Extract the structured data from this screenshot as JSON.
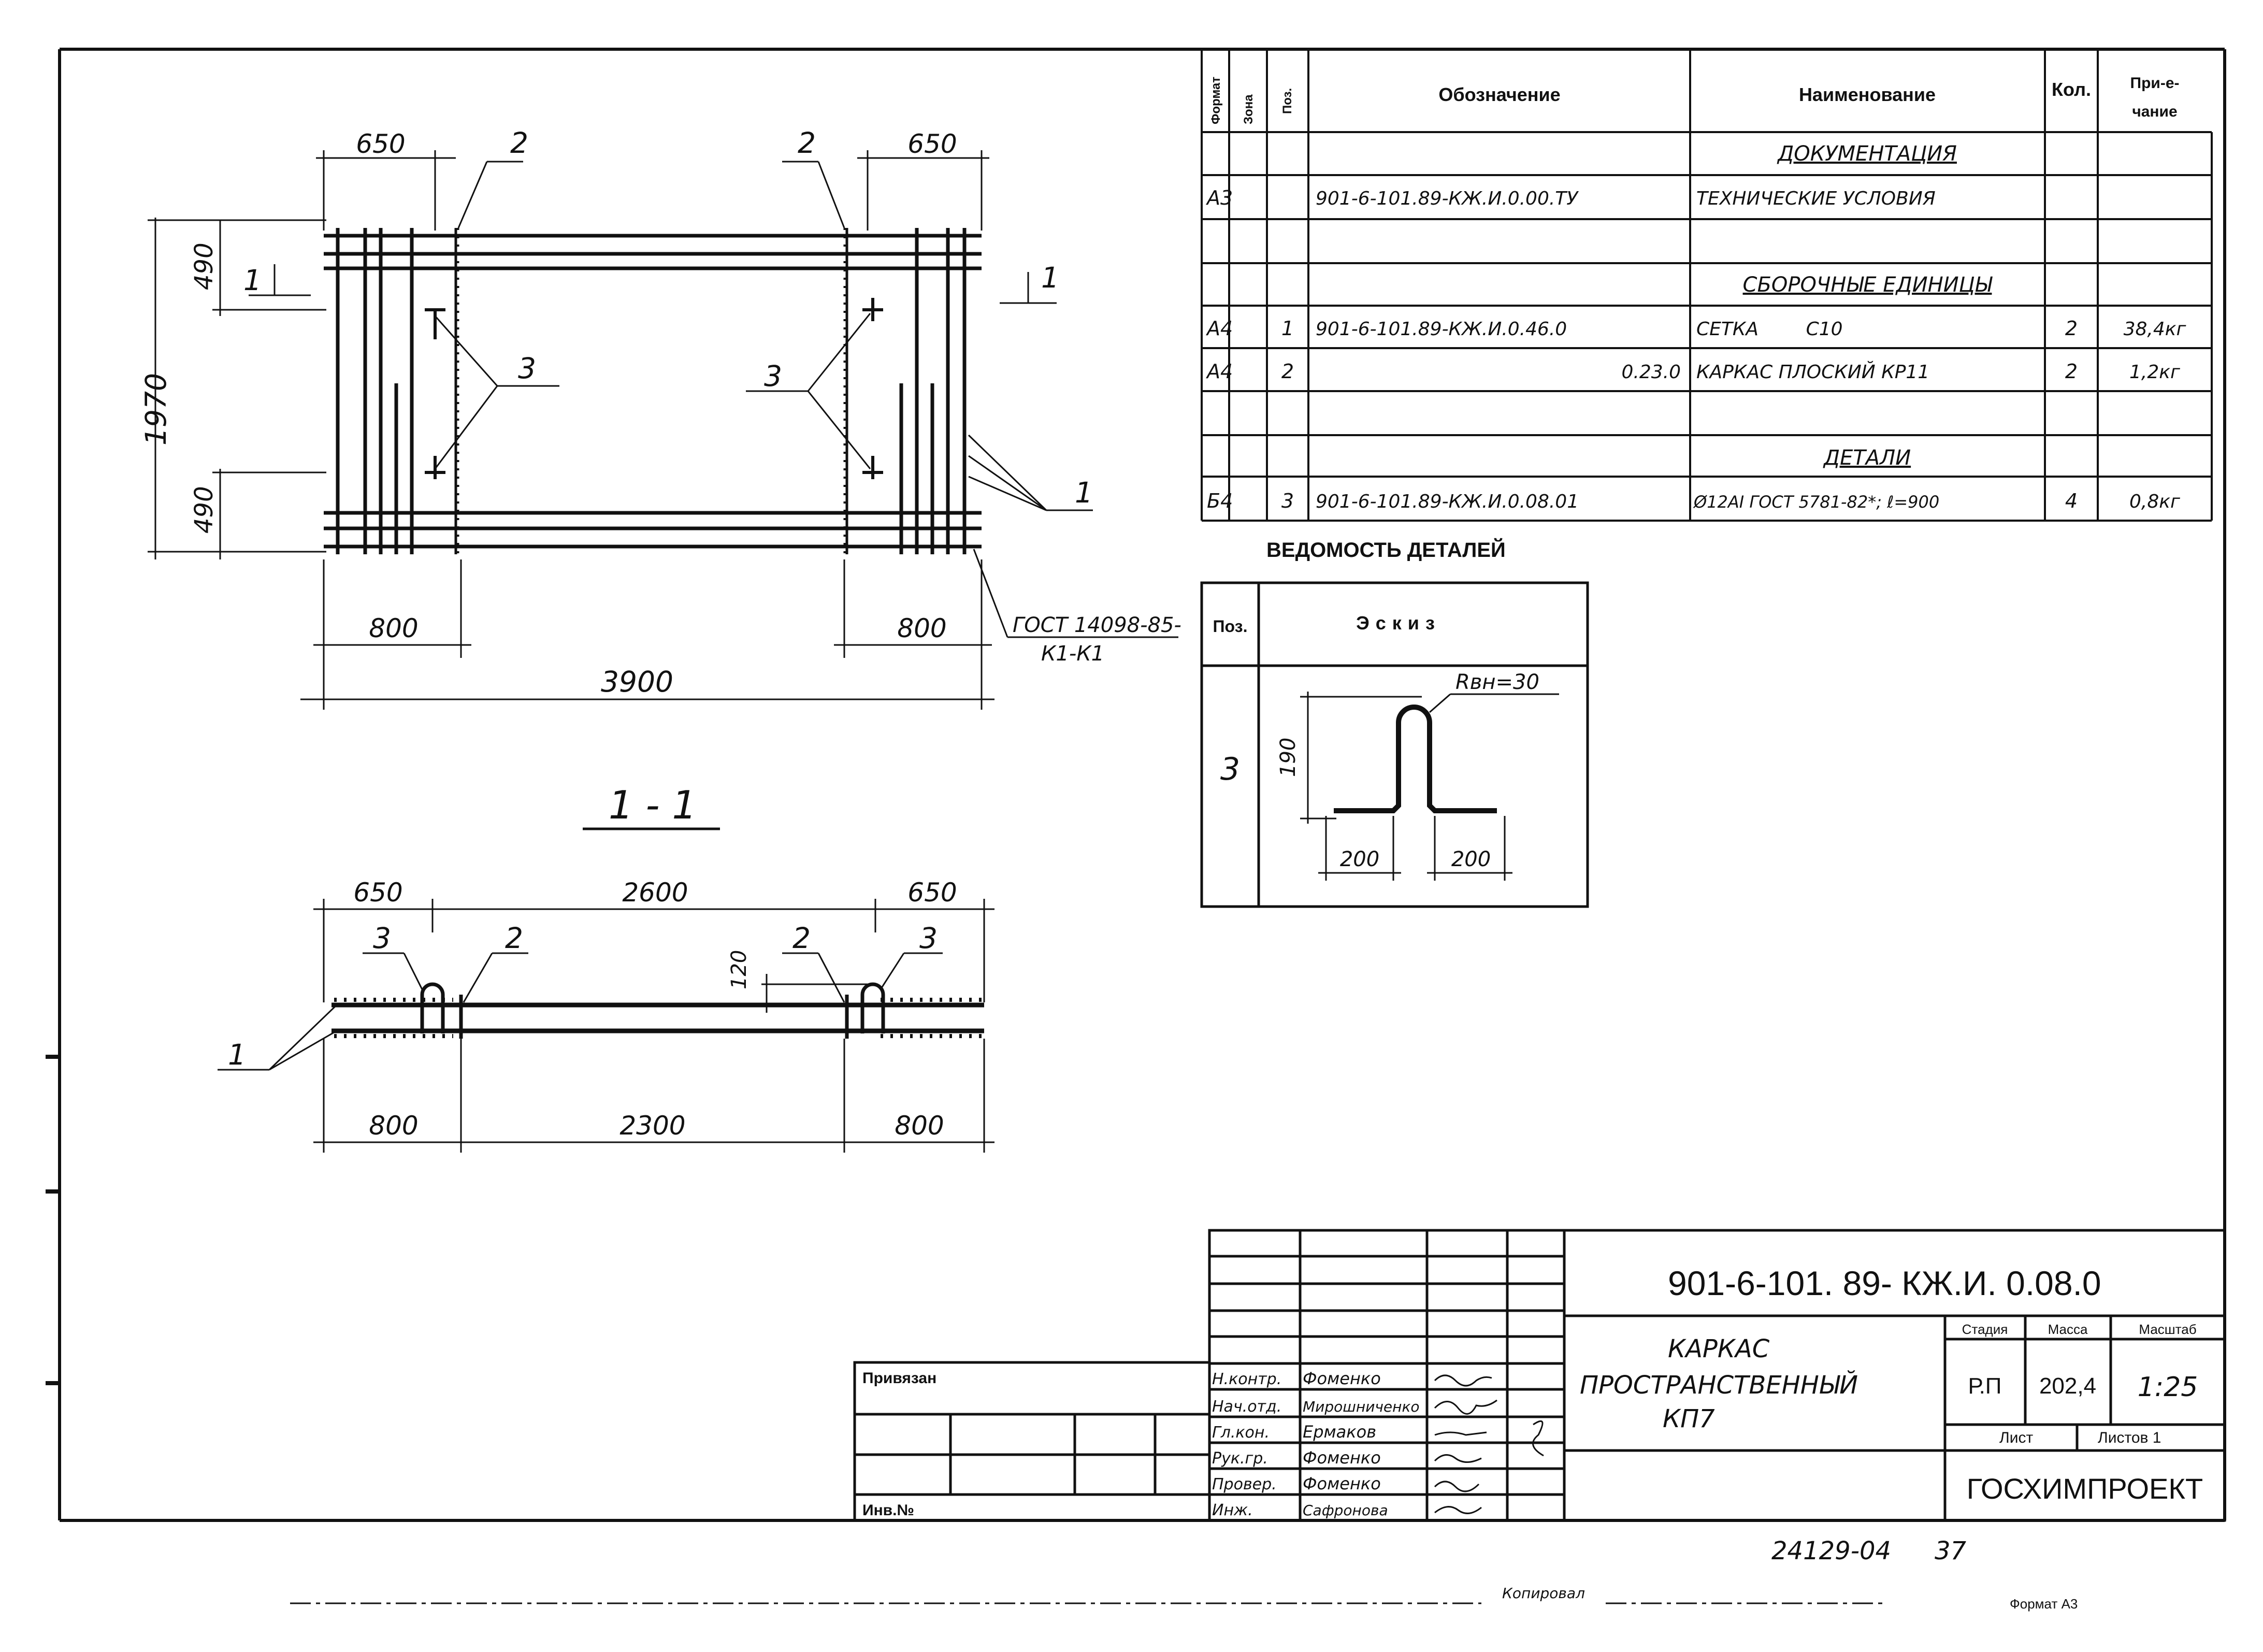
{
  "spec_table": {
    "headers": {
      "format": "Формат",
      "zone": "Зона",
      "pos": "Поз.",
      "designation": "Обозначение",
      "name": "Наименование",
      "qty": "Кол.",
      "note_line1": "При-е-",
      "note_line2": "чание"
    },
    "sections": {
      "documentation": "ДОКУМЕНТАЦИЯ",
      "assembly_units": "СБОРОЧНЫЕ ЕДИНИЦЫ",
      "details": "ДЕТАЛИ"
    },
    "rows": [
      {
        "format": "А3",
        "pos": "",
        "designation": "901-6-101.89-КЖ.И.0.00.ТУ",
        "name": "ТЕХНИЧЕСКИЕ УСЛОВИЯ",
        "qty": "",
        "note": ""
      },
      {
        "format": "А4",
        "pos": "1",
        "designation": "901-6-101.89-КЖ.И.0.46.0",
        "name": "СЕТКА        С10",
        "qty": "2",
        "note": "38,4кг"
      },
      {
        "format": "А4",
        "pos": "2",
        "designation": "0.23.0",
        "name": "КАРКАС ПЛОСКИЙ КР11",
        "qty": "2",
        "note": "1,2кг"
      },
      {
        "format": "Б4",
        "pos": "3",
        "designation": "901-6-101.89-КЖ.И.0.08.01",
        "name": "Ø12АI ГОСТ 5781-82*; ℓ=900",
        "qty": "4",
        "note": "0,8кг"
      }
    ]
  },
  "details_sheet": {
    "title": "ВЕДОМОСТЬ ДЕТАЛЕЙ",
    "col_pos": "Поз.",
    "col_sketch": "Эскиз",
    "pos_value": "3",
    "radius_label": "Rвн=30",
    "height_label": "190",
    "left_len": "200",
    "right_len": "200"
  },
  "plan_view": {
    "dim_top_left": "650",
    "dim_top_right": "650",
    "dim_left_total": "1970",
    "dim_left_top": "490",
    "dim_left_bottom": "490",
    "dim_bottom_left": "800",
    "dim_bottom_right": "800",
    "dim_total": "3900",
    "callout_1": "1",
    "callout_2": "2",
    "callout_3": "3",
    "section_mark": "1",
    "gost_line1": "ГОСТ 14098-85-",
    "gost_line2": "К1-К1"
  },
  "section_view": {
    "title": "1 - 1",
    "dim_top_left": "650",
    "dim_top_mid": "2600",
    "dim_top_right": "650",
    "dim_bottom_left": "800",
    "dim_bottom_mid": "2300",
    "dim_bottom_right": "800",
    "dim_height": "120",
    "callout_1": "1",
    "callout_2": "2",
    "callout_3": "3"
  },
  "title_block": {
    "doc_code": "901-6-101. 89- КЖ.И. 0.08.0",
    "title_line1": "КАРКАС",
    "title_line2": "ПРОСТРАНСТВЕННЫЙ",
    "title_line3": "КП7",
    "stage_label": "Стадия",
    "mass_label": "Масса",
    "scale_label": "Масштаб",
    "stage": "Р.П",
    "mass": "202,4",
    "scale": "1:25",
    "sheet_label": "Лист",
    "sheets_label": "Листов 1",
    "org": "ГОСХИМПРОЕКТ",
    "bound_label": "Привязан",
    "inv_label": "Инв.№",
    "signatures": [
      {
        "role": "Н.контр.",
        "name": "Фоменко"
      },
      {
        "role": "Нач.отд.",
        "name": "Мирошниченко"
      },
      {
        "role": "Гл.кон.",
        "name": "Ермаков"
      },
      {
        "role": "Рук.гр.",
        "name": "Фоменко"
      },
      {
        "role": "Провер.",
        "name": "Фоменко"
      },
      {
        "role": "Инж.",
        "name": "Сафронова"
      }
    ]
  },
  "footer": {
    "archive_no": "24129-04",
    "page_no": "37",
    "copied": "Копировал",
    "format": "Формат А3"
  }
}
